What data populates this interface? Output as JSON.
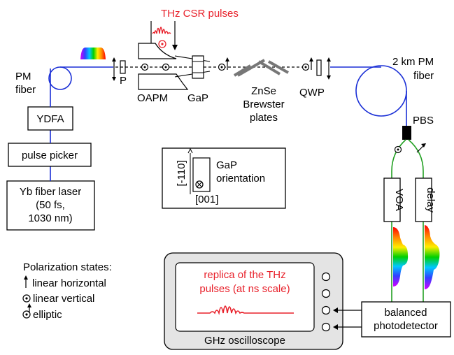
{
  "labels": {
    "thz_csr": "THz CSR pulses",
    "pm_fiber_1": "PM",
    "pm_fiber_2": "fiber",
    "polarizer": "P",
    "oapm": "OAPM",
    "gap": "GaP",
    "znse_1": "ZnSe",
    "znse_2": "Brewster",
    "znse_3": "plates",
    "qwp": "QWP",
    "pm2_1": "2 km PM",
    "pm2_2": "fiber",
    "pbs": "PBS",
    "ydfa": "YDFA",
    "pulse_picker": "pulse picker",
    "yb_1": "Yb fiber laser",
    "yb_2": "(50 fs,",
    "yb_3": "1030 nm)",
    "orient_y": "[-110]",
    "orient_x": "[001]",
    "orient_1": "GaP",
    "orient_2": "orientation",
    "voa": "VOA",
    "delay": "delay",
    "pol_title": "Polarization states:",
    "pol_1": "linear horizontal",
    "pol_2": "linear vertical",
    "pol_3": "elliptic",
    "replica_1": "replica of the THz",
    "replica_2": "pulses (at ns scale)",
    "osc": "GHz oscilloscope",
    "bpd_1": "balanced",
    "bpd_2": "photodetector"
  },
  "colors": {
    "fiber": "#1a2fd6",
    "green_fiber": "#22a022",
    "thz": "#e8202a",
    "outline": "#000000",
    "osc_body": "#e4e4e4"
  }
}
